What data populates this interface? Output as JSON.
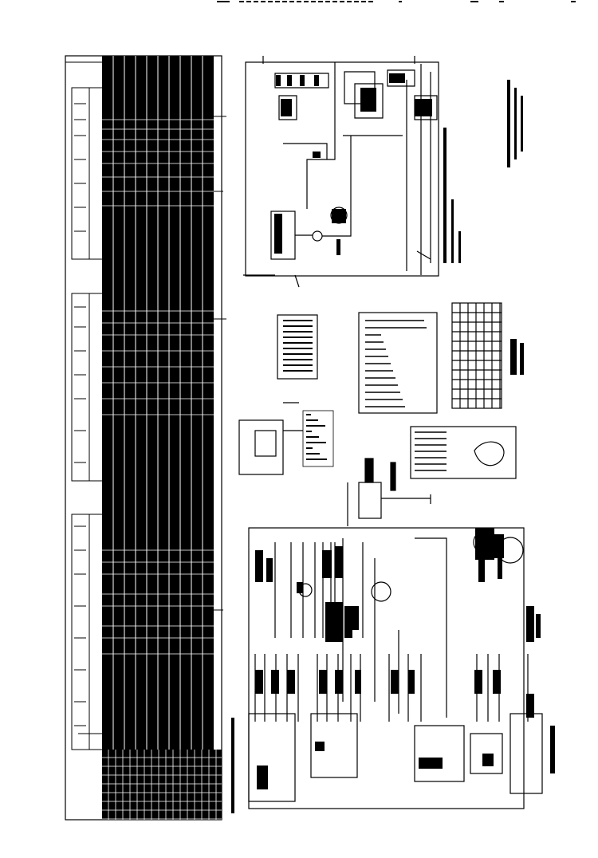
{
  "sheet": {
    "title": "",
    "ink": "#000000",
    "paper": "#ffffff"
  },
  "chart_table": {
    "rows": 24,
    "cols": 10
  },
  "diagrams": [
    {
      "id": "schematic-top",
      "label": ""
    },
    {
      "id": "schematic-bottom",
      "label": ""
    }
  ],
  "legend_boxes": [
    {
      "id": "legend-box-1",
      "label": ""
    },
    {
      "id": "legend-box-2",
      "label": ""
    },
    {
      "id": "legend-box-3",
      "label": ""
    },
    {
      "id": "legend-box-4",
      "label": ""
    },
    {
      "id": "legend-box-5",
      "label": ""
    }
  ]
}
